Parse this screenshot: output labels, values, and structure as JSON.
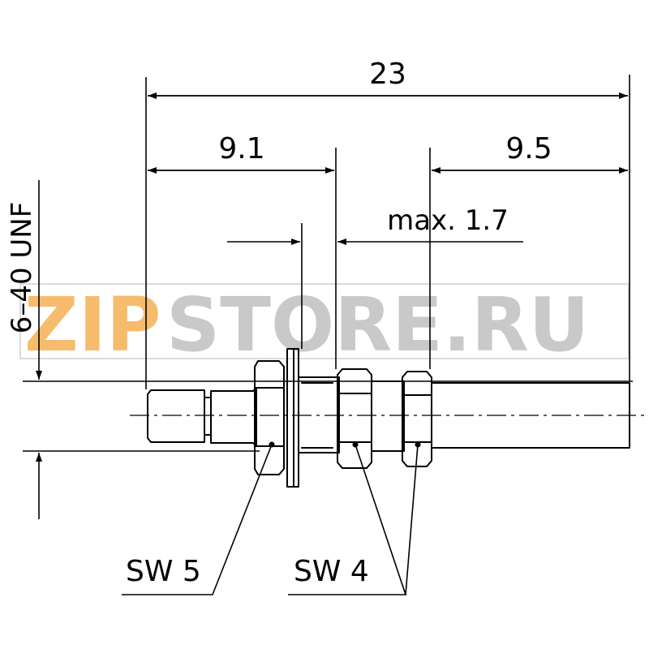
{
  "dimensions": {
    "overall_length": "23",
    "front_length": "9.1",
    "rear_length": "9.5",
    "panel_thickness": "max. 1.7",
    "thread": "6–40 UNF"
  },
  "labels": {
    "front_wrench": "SW 5",
    "rear_wrench": "SW 4"
  },
  "watermark": {
    "left_text": "ZIP",
    "right_text": "STORE.RU",
    "left_color": "#f4a53b",
    "right_color": "#b8b8b8"
  }
}
